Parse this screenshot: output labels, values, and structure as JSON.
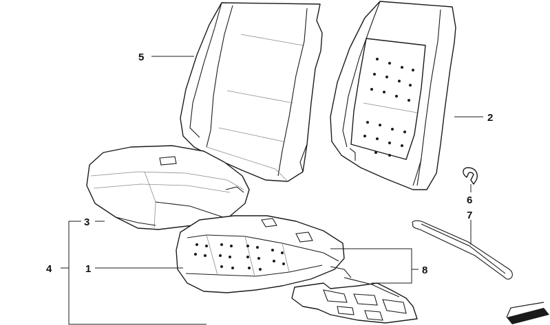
{
  "callouts": {
    "c1": "1",
    "c2": "2",
    "c3": "3",
    "c4": "4",
    "c5": "5",
    "c6": "6",
    "c7": "7",
    "c8": "8"
  },
  "colors": {
    "line": "#1a1a1a",
    "seam": "#8a8a8a",
    "background": "#ffffff"
  }
}
